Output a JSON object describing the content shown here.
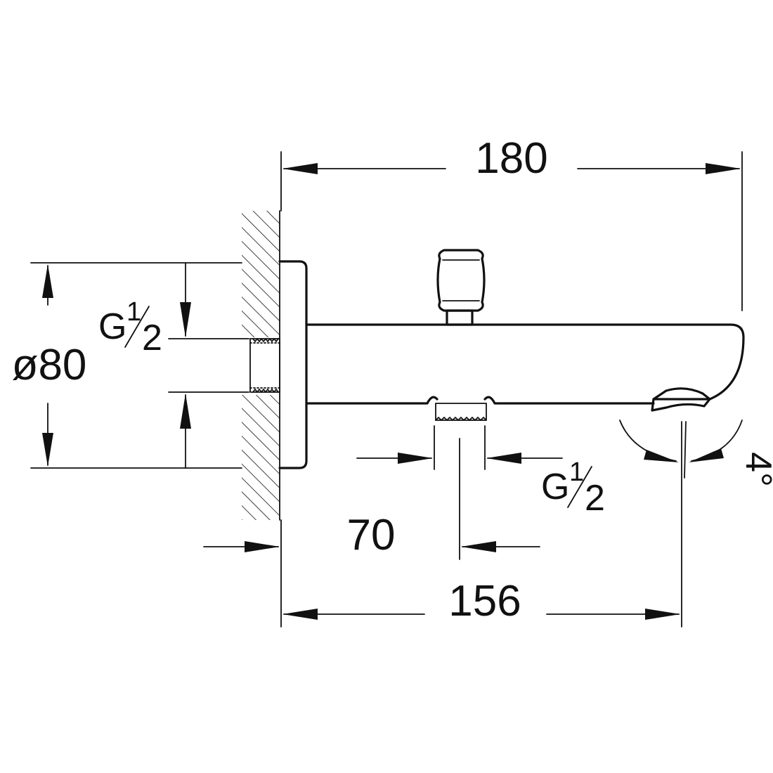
{
  "dimensions": {
    "overall_length": "180",
    "outlet_length": "156",
    "rosette_diameter": "ø80",
    "diverter_offset": "70",
    "outlet_angle": "4°"
  },
  "threads": {
    "wall_inlet": {
      "prefix": "G",
      "fraction_top": "1",
      "fraction_bottom": "2"
    },
    "bottom_outlet": {
      "prefix": "G",
      "fraction_top": "1",
      "fraction_bottom": "2"
    }
  },
  "colors": {
    "line": "#111111",
    "background": "#ffffff"
  }
}
